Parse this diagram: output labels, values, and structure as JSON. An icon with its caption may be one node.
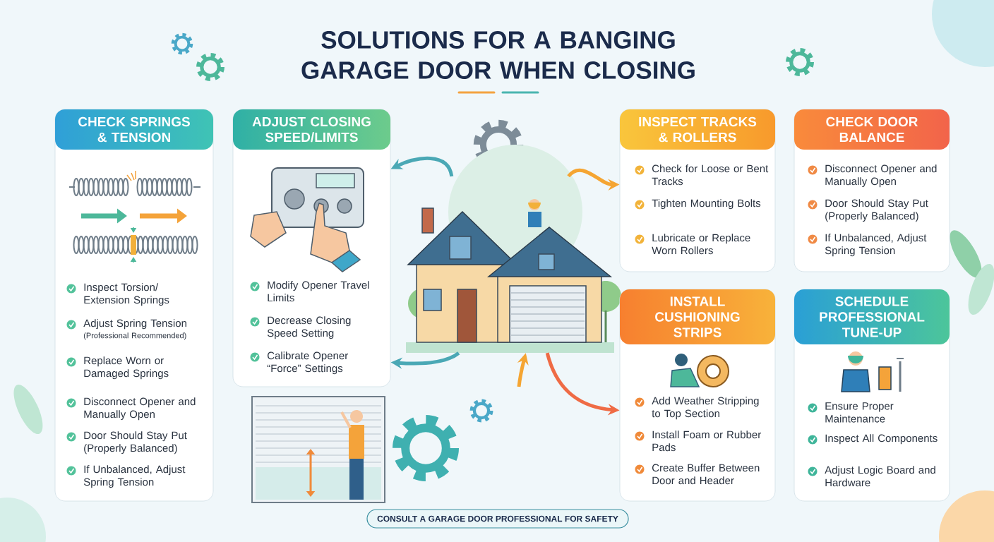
{
  "diagram": {
    "title": "SOLUTIONS FOR A BANGING GARAGE DOOR WHEN CLOSING",
    "nodes": [
      {
        "text": [
          "CHECK SPRINGS & TENSION",
          "Inspect Torsion/ Extension Springs",
          "Adjust Spring Tension",
          "(Professional Recommended)",
          "Replace Worn or Damaged Springs",
          "Disconnect Opener and Manually Open",
          "Door Should Stay Put (Properly Balanced)",
          "If Unbalanced, Adjust Spring Tension"
        ]
      },
      {
        "text": [
          "ADJUST CLOSING SPEED/LIMITS",
          "Modify Opener Travel Limits",
          "Decrease Closing Speed Setting",
          "Calibrate Opener “Force” Settings"
        ]
      },
      {
        "text": [],
        "shape": "picture"
      },
      {
        "text": [
          "INSPECT TRACKS & ROLLERS",
          "Check for Loose or Bent Tracks",
          "Tighten Mounting Bolts",
          "Lubricate or Replace Worn Rollers"
        ]
      },
      {
        "text": [
          "CHECK DOOR BALANCE",
          "Disconnect Opener and Manually Open",
          "Door Should Stay Put (Properly Balanced)",
          "If Unbalanced, Adjust Spring Tension"
        ]
      },
      {
        "text": [
          "INSTALL CUSHIONING STRIPS",
          "Add Weather Stripping to Top Section",
          "Install Foam or Rubber Pads",
          "Create Buffer Between Door and Header"
        ]
      },
      {
        "text": [
          "SCHEDULE PROFESSIONAL TUNE-UP",
          "Ensure Proper Maintenance",
          "Inspect All Components",
          "Adjust Logic Board and Hardware"
        ]
      },
      {
        "text": [
          "CONSULT A GARAGE DOOR PROFESSIONAL FOR SAFETY"
        ]
      }
    ],
    "edges": [
      {
        "from": 2,
        "to": 1,
        "arrow": "to",
        "color": "#4aa8b5"
      },
      {
        "from": 2,
        "to": 3,
        "arrow": "to",
        "color": "#f5a532"
      },
      {
        "from": 2,
        "to": 1,
        "arrow": "to",
        "color": "#4aa8b5"
      },
      {
        "from": 2,
        "to": 5,
        "arrow": "to",
        "color": "#ef6b45"
      },
      {
        "from": null,
        "to": 2,
        "arrow": "to",
        "color": "#f5a532"
      }
    ]
  }
}
